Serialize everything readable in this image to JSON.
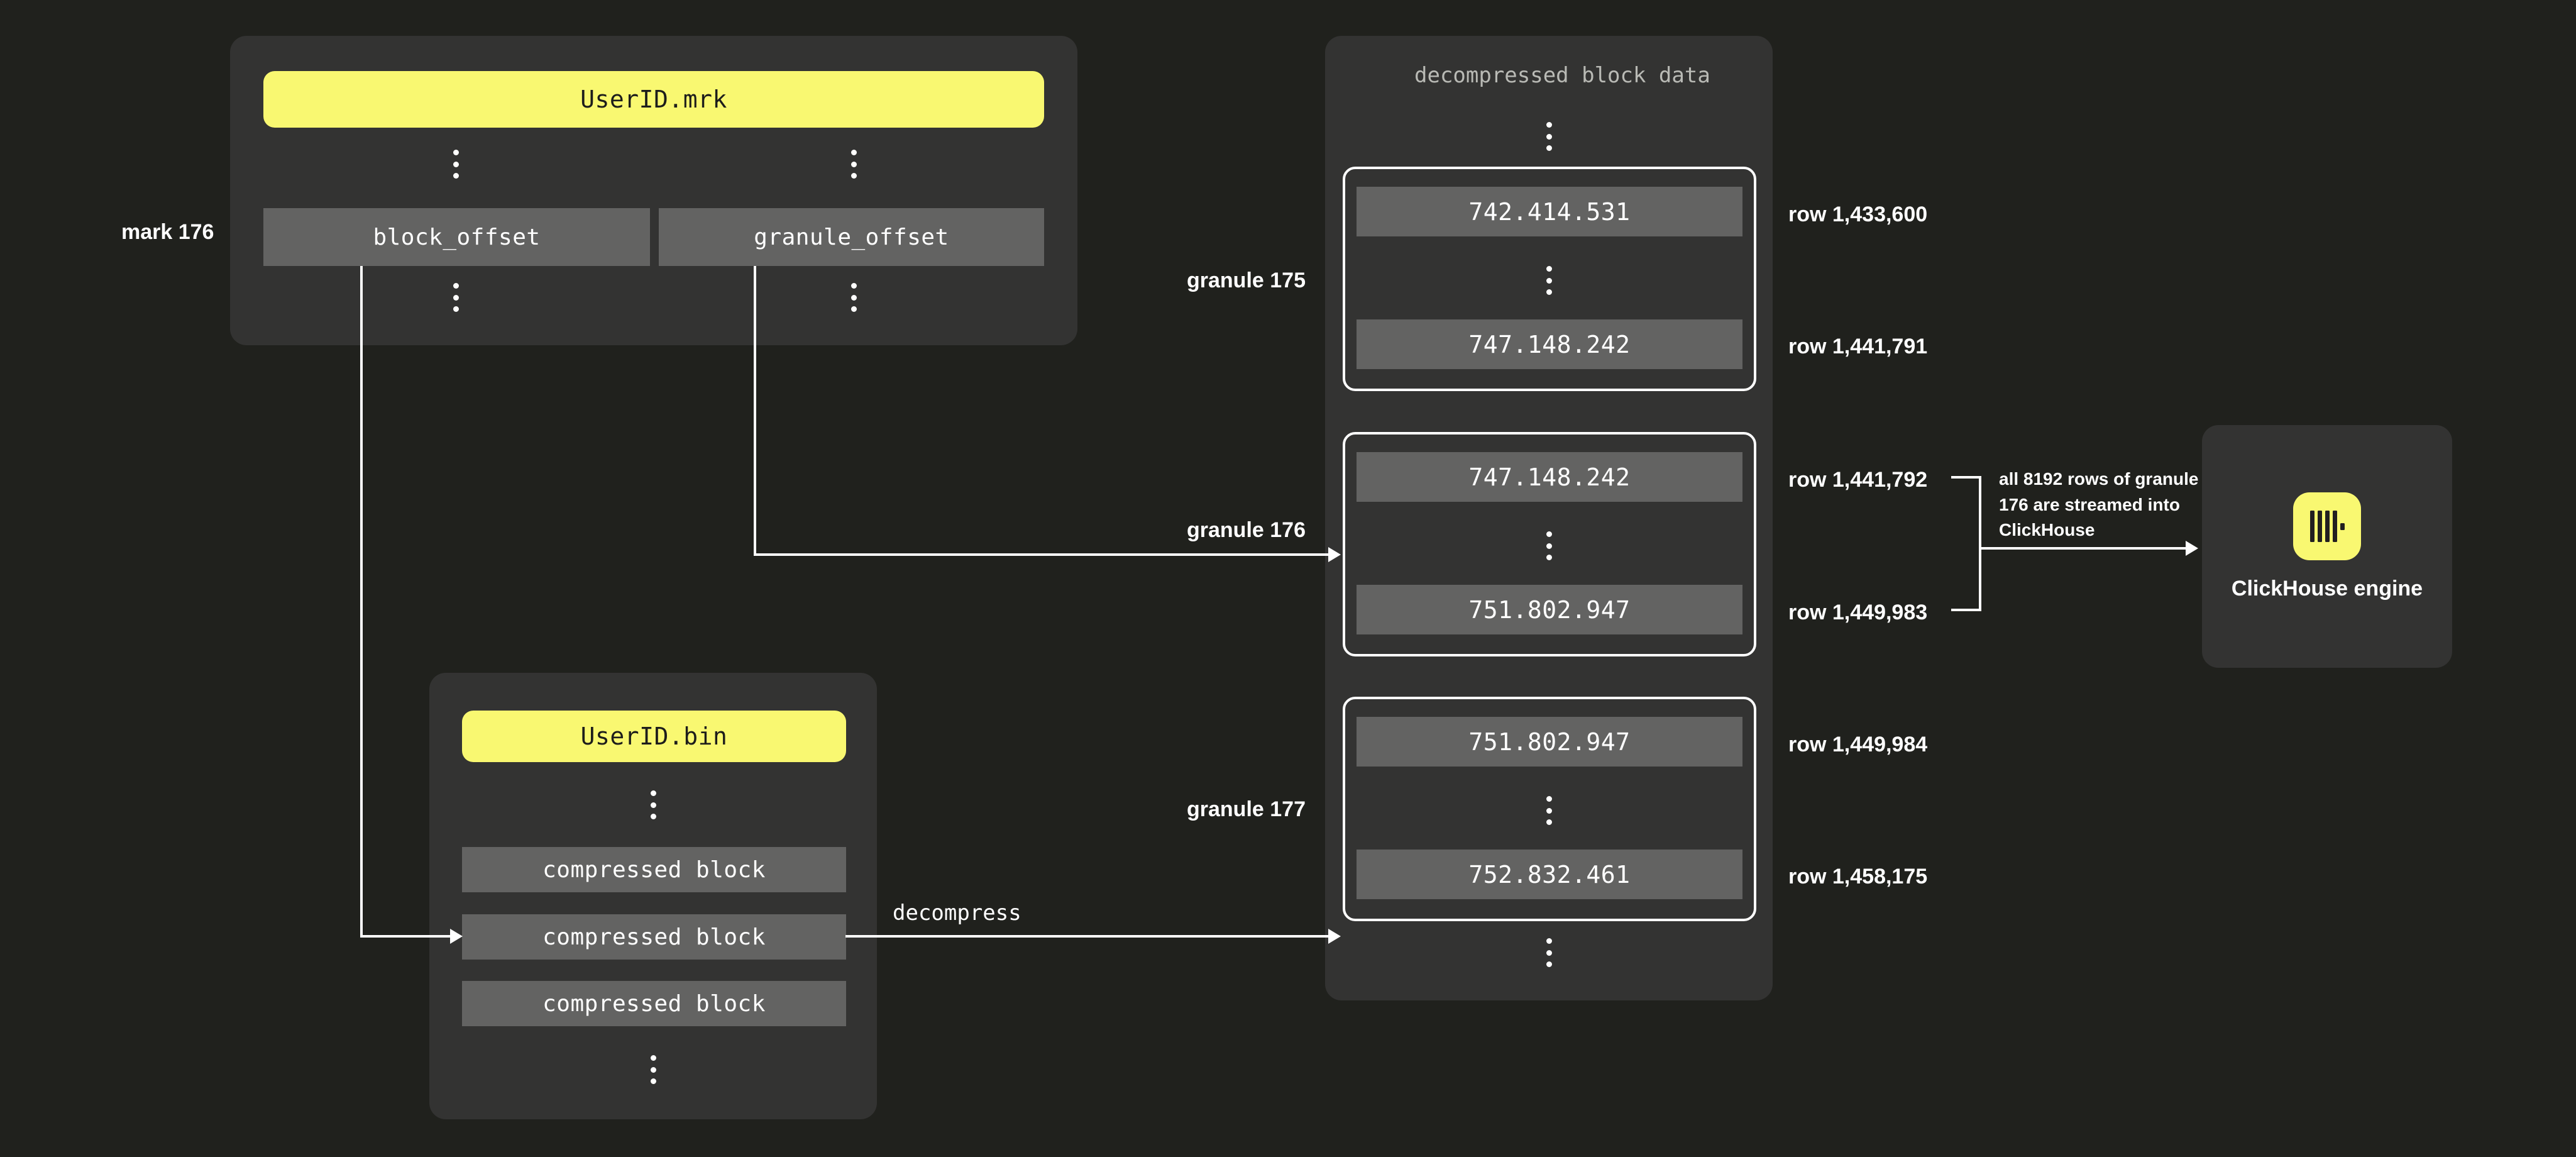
{
  "background_color": "#20211d",
  "panel_color": "#333332",
  "cell_color": "#636362",
  "accent_color": "#f9f871",
  "text_color": "#ffffff",
  "mark_file": {
    "label": "mark 176",
    "title": "UserID.mrk",
    "columns": [
      {
        "name": "block_offset"
      },
      {
        "name": "granule_offset"
      }
    ]
  },
  "bin_file": {
    "title": "UserID.bin",
    "blocks": [
      {
        "label": "compressed block"
      },
      {
        "label": "compressed block"
      },
      {
        "label": "compressed block"
      }
    ]
  },
  "decompressed": {
    "title": "decompressed block data",
    "granules": [
      {
        "name": "granule 175",
        "first_value": "742.414.531",
        "last_value": "747.148.242",
        "first_row": "row 1,433,600",
        "last_row": "row 1,441,791"
      },
      {
        "name": "granule 176",
        "first_value": "747.148.242",
        "last_value": "751.802.947",
        "first_row": "row 1,441,792",
        "last_row": "row 1,449,983"
      },
      {
        "name": "granule 177",
        "first_value": "751.802.947",
        "last_value": "752.832.461",
        "first_row": "row 1,449,984",
        "last_row": "row 1,458,175"
      }
    ]
  },
  "edges": {
    "decompress_label": "decompress"
  },
  "engine": {
    "annotation": "all 8192 rows of granule 176 are streamed into ClickHouse",
    "name": "ClickHouse engine",
    "logo_name": "clickhouse-logo-icon"
  }
}
